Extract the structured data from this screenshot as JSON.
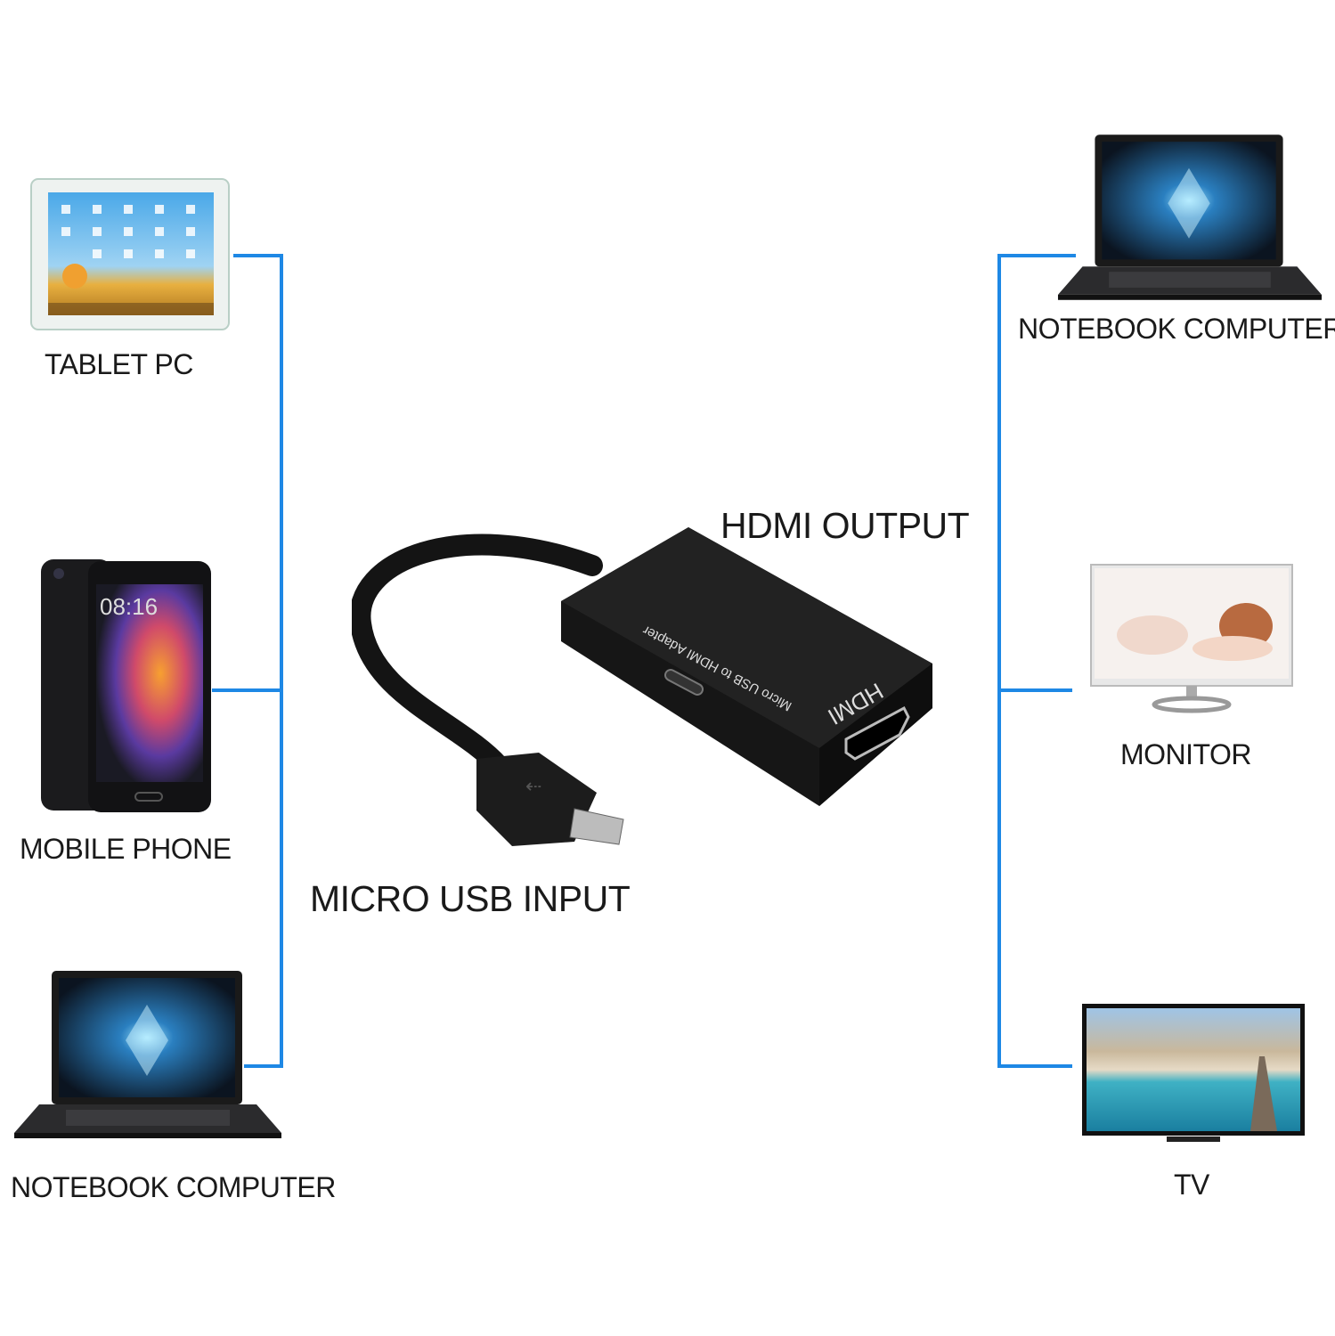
{
  "colors": {
    "connector_line": "#1e88e5",
    "adapter_body": "#161616",
    "label_text": "#1a1a1a"
  },
  "adapter": {
    "input_label": "MICRO USB INPUT",
    "output_label": "HDMI OUTPUT",
    "body_text": "Micro USB to HDMI Adapter",
    "port_text": "HDMI"
  },
  "source_devices": [
    {
      "label": "TABLET PC",
      "icon": "tablet-icon"
    },
    {
      "label": "MOBILE PHONE",
      "icon": "smartphone-icon",
      "screen_time": "08:16"
    },
    {
      "label": "NOTEBOOK COMPUTER",
      "icon": "laptop-icon"
    }
  ],
  "output_devices": [
    {
      "label": "NOTEBOOK COMPUTER",
      "icon": "laptop-icon"
    },
    {
      "label": "MONITOR",
      "icon": "monitor-icon"
    },
    {
      "label": "TV",
      "icon": "tv-icon"
    }
  ]
}
